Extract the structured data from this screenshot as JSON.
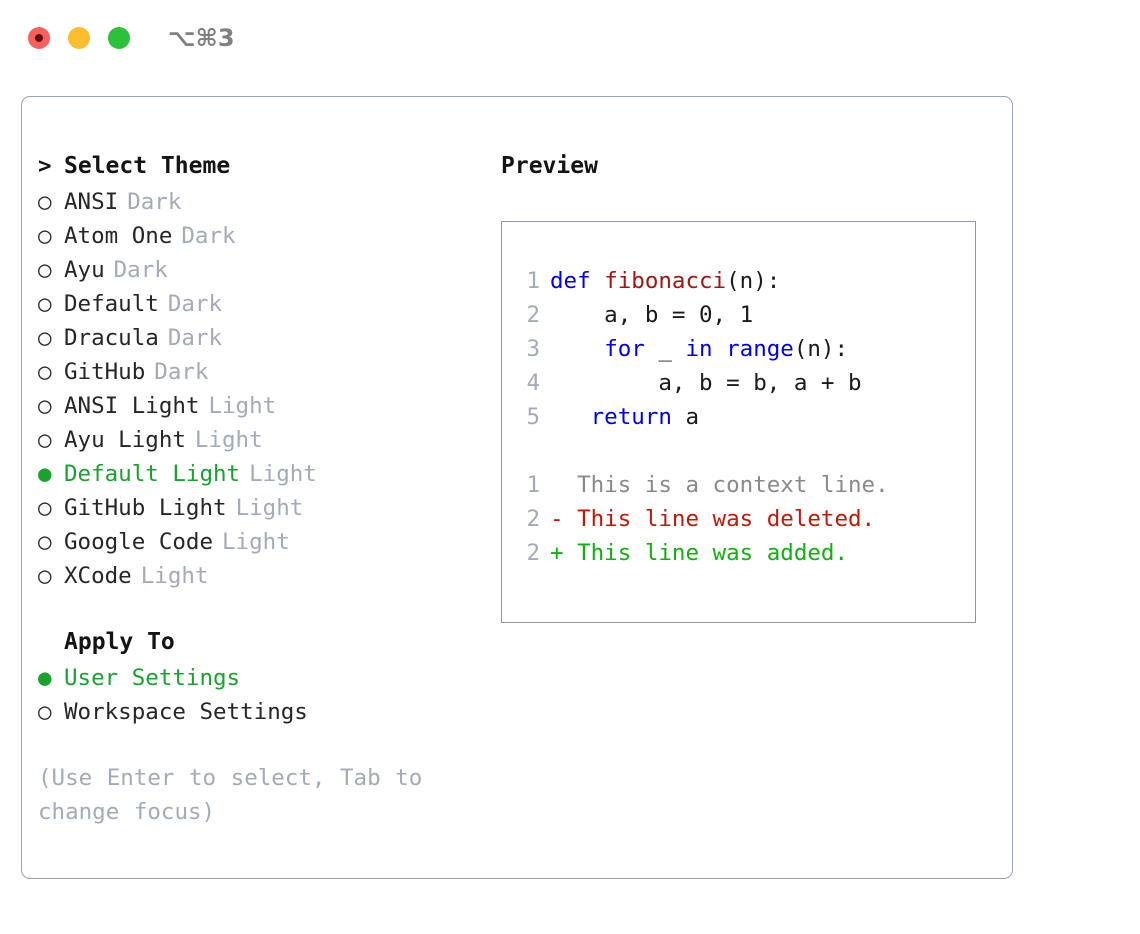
{
  "window": {
    "shortcut": "⌥⌘3",
    "traffic_lights": [
      "close",
      "minimize",
      "maximize"
    ],
    "colors": {
      "close": "#f9605c",
      "minimize": "#fcbd2e",
      "maximize": "#2cc13b",
      "accent_green": "#19a22e",
      "muted": "#a3abb8",
      "border": "#9aa5b4"
    }
  },
  "theme_picker": {
    "title": "Select Theme",
    "title_marker": ">",
    "items": [
      {
        "marker": "○",
        "name": "ANSI",
        "badge": "Dark",
        "selected": false
      },
      {
        "marker": "○",
        "name": "Atom One",
        "badge": "Dark",
        "selected": false
      },
      {
        "marker": "○",
        "name": "Ayu",
        "badge": "Dark",
        "selected": false
      },
      {
        "marker": "○",
        "name": "Default",
        "badge": "Dark",
        "selected": false
      },
      {
        "marker": "○",
        "name": "Dracula",
        "badge": "Dark",
        "selected": false
      },
      {
        "marker": "○",
        "name": "GitHub",
        "badge": "Dark",
        "selected": false
      },
      {
        "marker": "○",
        "name": "ANSI Light",
        "badge": "Light",
        "selected": false
      },
      {
        "marker": "○",
        "name": "Ayu Light",
        "badge": "Light",
        "selected": false
      },
      {
        "marker": "●",
        "name": "Default Light",
        "badge": "Light",
        "selected": true
      },
      {
        "marker": "○",
        "name": "GitHub Light",
        "badge": "Light",
        "selected": false
      },
      {
        "marker": "○",
        "name": "Google Code",
        "badge": "Light",
        "selected": false
      },
      {
        "marker": "○",
        "name": "XCode",
        "badge": "Light",
        "selected": false
      }
    ]
  },
  "apply_to": {
    "title": "Apply To",
    "options": [
      {
        "marker": "●",
        "name": "User Settings",
        "selected": true
      },
      {
        "marker": "○",
        "name": "Workspace Settings",
        "selected": false
      }
    ]
  },
  "hint": "(Use Enter to select, Tab to change focus)",
  "preview": {
    "title": "Preview",
    "code_lines": [
      {
        "no": "1",
        "tokens": [
          {
            "t": "def ",
            "c": "kw"
          },
          {
            "t": "fibonacci",
            "c": "fn"
          },
          {
            "t": "(n):",
            "c": "pln"
          }
        ]
      },
      {
        "no": "2",
        "tokens": [
          {
            "t": "    a, b = 0, 1",
            "c": "pln"
          }
        ]
      },
      {
        "no": "3",
        "tokens": [
          {
            "t": "    ",
            "c": "pln"
          },
          {
            "t": "for",
            "c": "kw"
          },
          {
            "t": " _ ",
            "c": "pln"
          },
          {
            "t": "in",
            "c": "kw"
          },
          {
            "t": " ",
            "c": "pln"
          },
          {
            "t": "range",
            "c": "kw"
          },
          {
            "t": "(n):",
            "c": "pln"
          }
        ]
      },
      {
        "no": "4",
        "tokens": [
          {
            "t": "        a, b = b, a + b",
            "c": "pln"
          }
        ]
      },
      {
        "no": "5",
        "tokens": [
          {
            "t": "   ",
            "c": "pln"
          },
          {
            "t": "return",
            "c": "kw"
          },
          {
            "t": " a",
            "c": "pln"
          }
        ]
      }
    ],
    "diff_lines": [
      {
        "no": "1",
        "sign": " ",
        "text": " This is a context line.",
        "kind": "ctx"
      },
      {
        "no": "2",
        "sign": "-",
        "text": " This line was deleted.",
        "kind": "del"
      },
      {
        "no": "2",
        "sign": "+",
        "text": " This line was added.",
        "kind": "add"
      }
    ]
  }
}
